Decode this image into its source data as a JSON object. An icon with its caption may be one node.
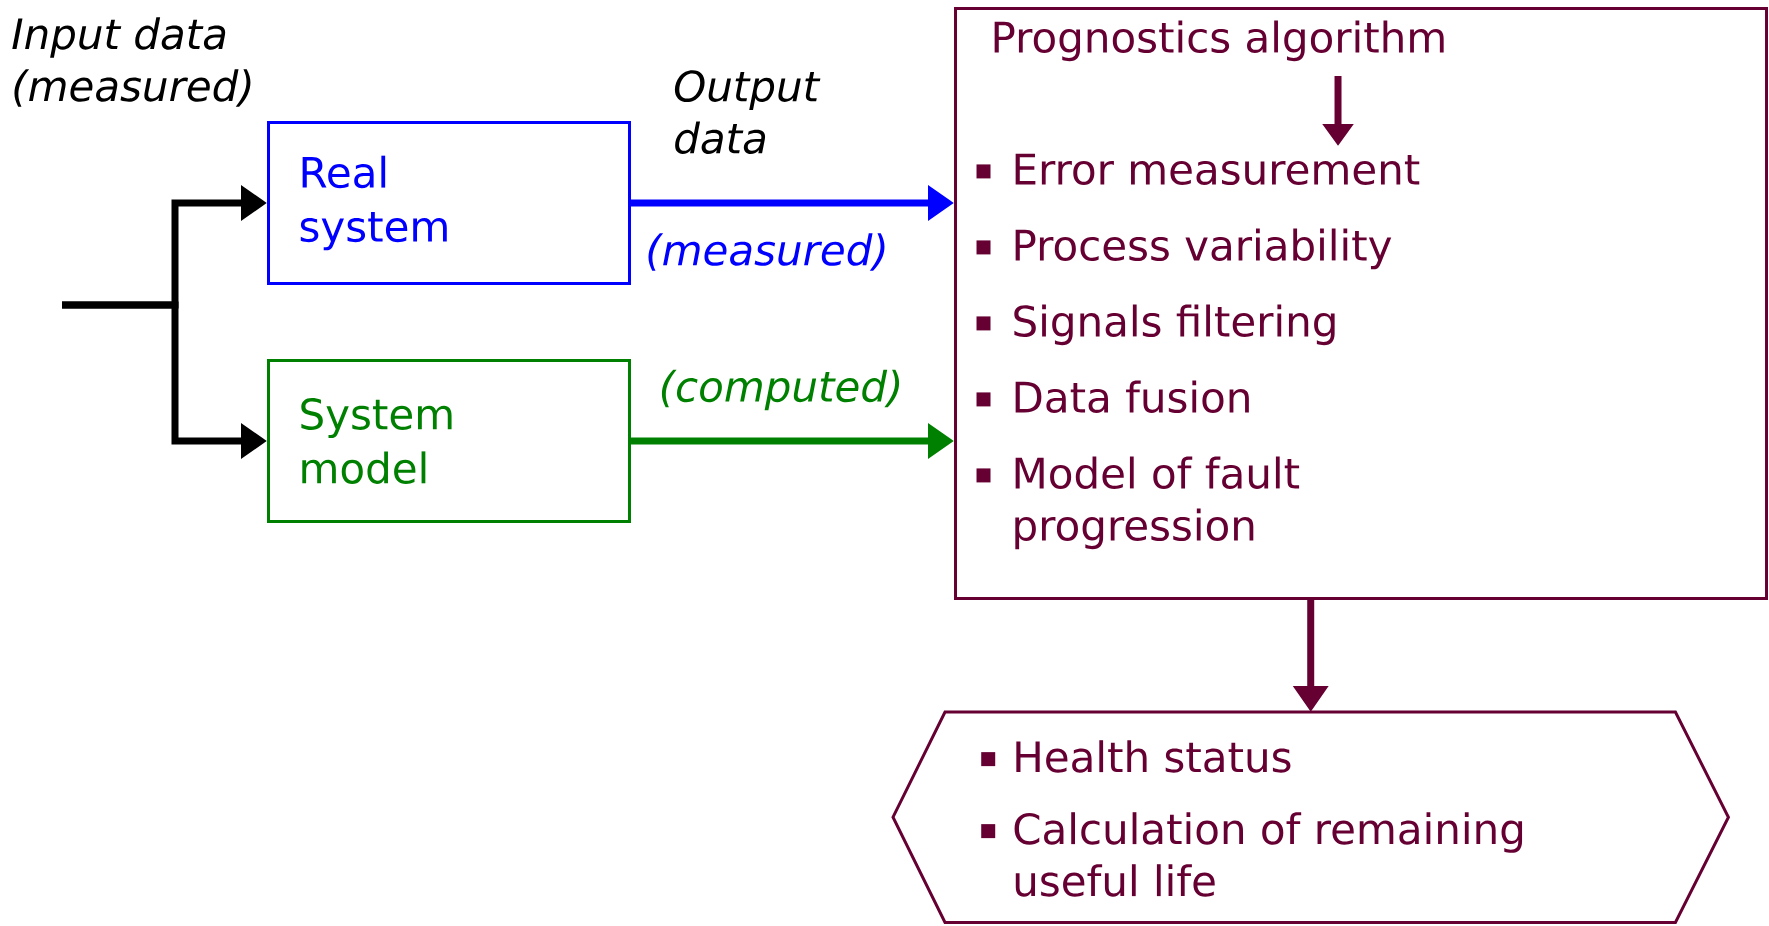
{
  "diagram": {
    "nodes": [
      {
        "text": [
          "Real system"
        ]
      },
      {
        "text": [
          "System model"
        ]
      },
      {
        "text": [
          "Prognostics algorithm",
          "Error measurement",
          "Process variability",
          "Signals filtering",
          "Data fusion",
          "Model of fault progression"
        ]
      },
      {
        "text": [
          "Health status",
          "Calculation of remaining useful life"
        ]
      }
    ],
    "edges": [
      {
        "from": null,
        "to": 0,
        "arrow": "to",
        "color": "#000000"
      },
      {
        "from": null,
        "to": 1,
        "arrow": "to",
        "color": "#000000"
      },
      {
        "from": 0,
        "to": 2,
        "arrow": "to",
        "label": "(measured)",
        "color": "#0000ff"
      },
      {
        "from": 1,
        "to": 2,
        "arrow": "to",
        "label": "(computed)",
        "color": "#008000"
      },
      {
        "from": 2,
        "to": 3,
        "arrow": "to",
        "color": "#660033"
      }
    ],
    "labels": [
      "Input data (measured)",
      "Output data"
    ]
  }
}
